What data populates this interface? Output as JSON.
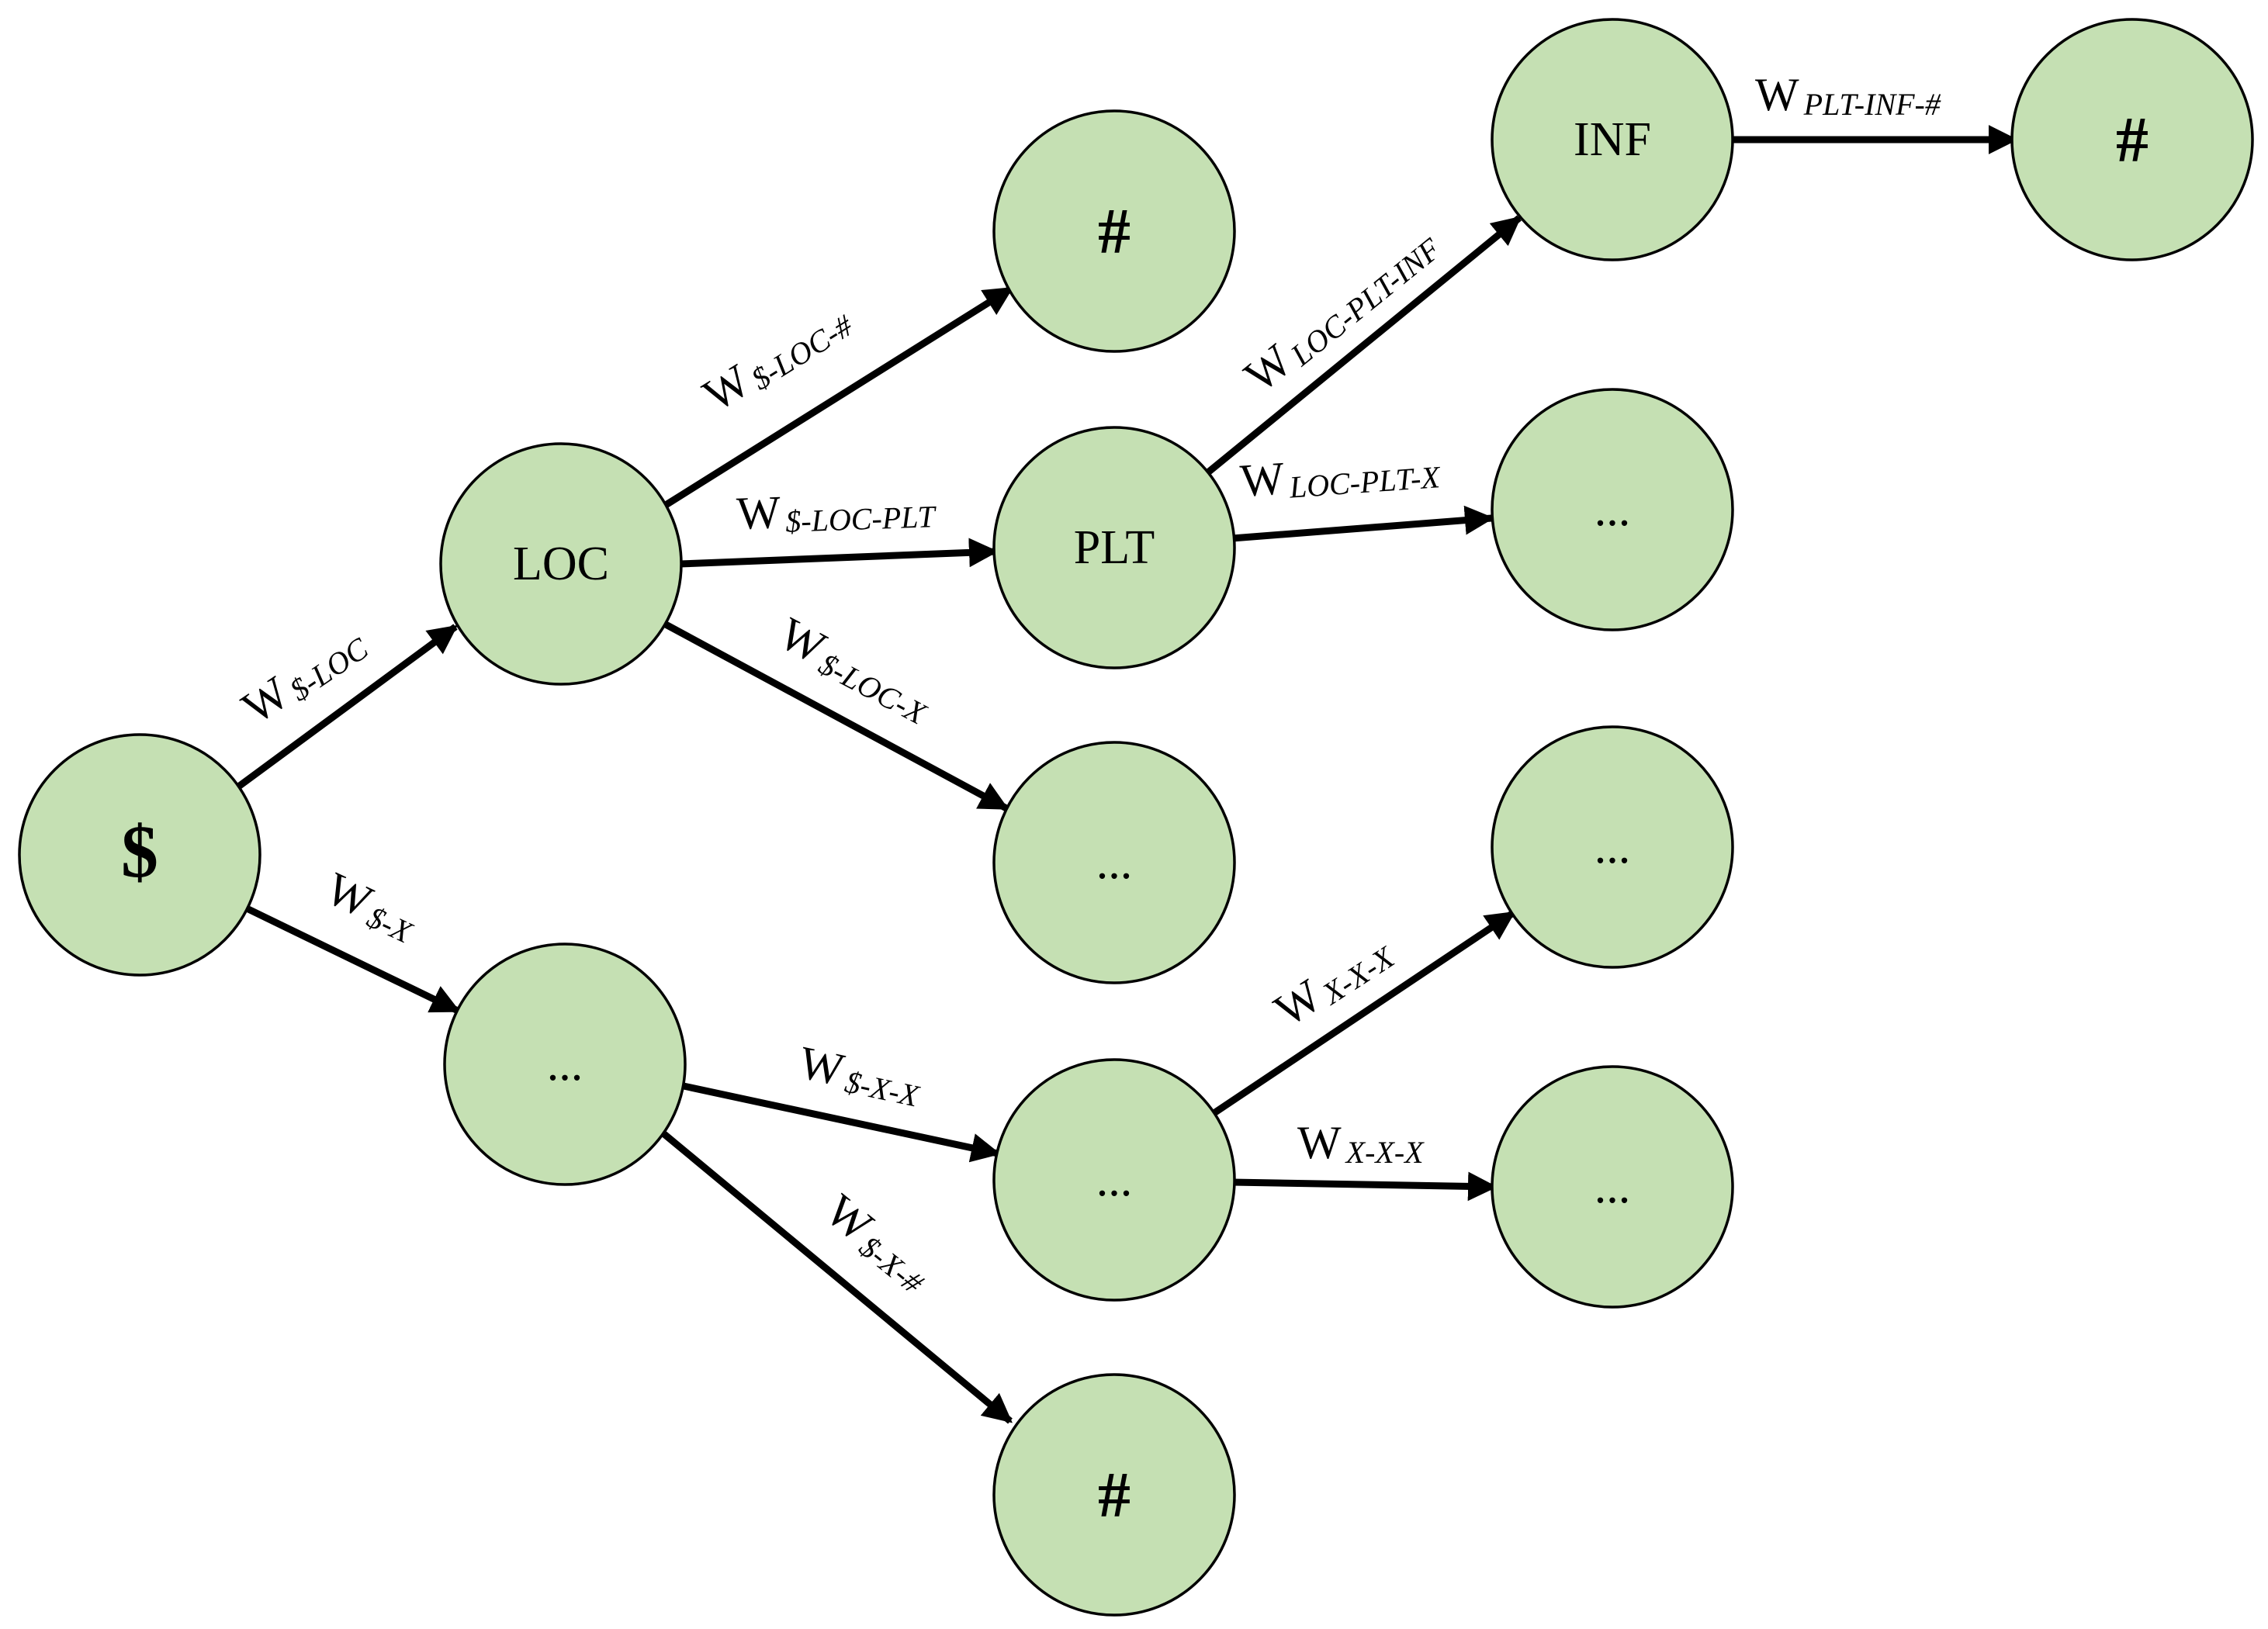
{
  "colors": {
    "node_fill": "#c5e0b3",
    "stroke": "#000000"
  },
  "nodes": {
    "root": "$",
    "loc": "LOC",
    "root_x": "...",
    "loc_hash": "#",
    "plt": "PLT",
    "loc_x": "...",
    "x_x": "...",
    "x_hash": "#",
    "inf": "INF",
    "plt_x": "...",
    "xx_x1": "...",
    "xx_x2": "...",
    "inf_hash": "#"
  },
  "edges": {
    "root_loc": {
      "w": "W",
      "sub": "$-LOC"
    },
    "root_x": {
      "w": "W",
      "sub": "$-X"
    },
    "loc_hash": {
      "w": "W",
      "sub": "$-LOC-#"
    },
    "loc_plt": {
      "w": "W",
      "sub": "$-LOC-PLT"
    },
    "loc_x": {
      "w": "W",
      "sub": "$-LOC-X"
    },
    "x_x": {
      "w": "W",
      "sub": "$-X-X"
    },
    "x_hash": {
      "w": "W",
      "sub": "$-X-#"
    },
    "plt_inf": {
      "w": "W",
      "sub": "LOC-PLT-INF"
    },
    "plt_x": {
      "w": "W",
      "sub": "LOC-PLT-X"
    },
    "xx_x1": {
      "w": "W",
      "sub": "X-X-X"
    },
    "xx_x2": {
      "w": "W",
      "sub": "X-X-X"
    },
    "inf_hash": {
      "w": "W",
      "sub": "PLT-INF-#"
    }
  }
}
